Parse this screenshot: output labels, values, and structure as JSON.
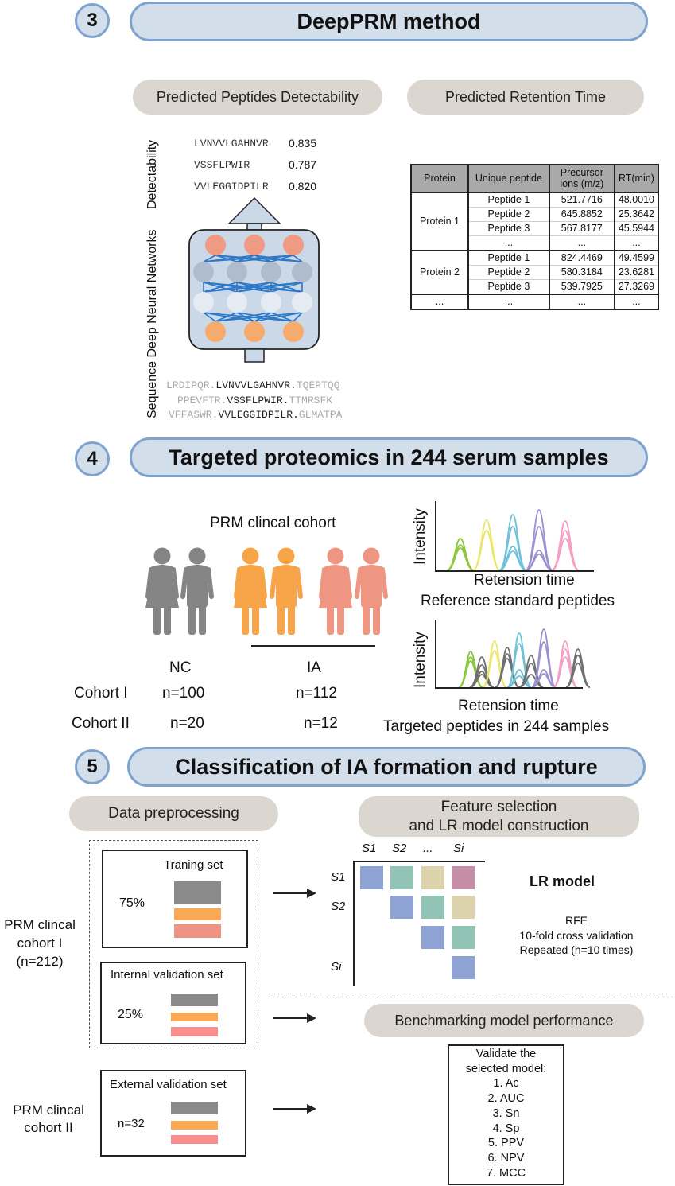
{
  "sections": {
    "s3": {
      "number": "3",
      "title": "DeepPRM method"
    },
    "s4": {
      "number": "4",
      "title": "Targeted proteomics in 244 serum samples"
    },
    "s5": {
      "number": "5",
      "title": "Classification of IA formation and rupture"
    }
  },
  "deepprm": {
    "pill_detect": "Predicted Peptides Detectability",
    "pill_rt": "Predicted Retention Time",
    "axis_label_top": "Detectability",
    "axis_label_bottom": "Sequence Deep Neural Networks",
    "predictions": [
      {
        "peptide": "LVNVVLGAHNVR",
        "score": "0.835"
      },
      {
        "peptide": "VSSFLPWIR",
        "score": "0.787"
      },
      {
        "peptide": "VVLEGGIDPILR",
        "score": "0.820"
      }
    ],
    "input_sequences": [
      {
        "pre": "LRDIPQR.",
        "core": "LVNVVLGAHNVR.",
        "post": "TQEPTQQ"
      },
      {
        "pre": "PPEVFTR.",
        "core": "VSSFLPWIR.",
        "post": "TTMRSFK"
      },
      {
        "pre": "VFFASWR.",
        "core": "VVLEGGIDPILR.",
        "post": "GLMATPA"
      }
    ],
    "node_colors": {
      "output": "#ef9a83",
      "hidden1": "#aebccd",
      "hidden2": "#e6ebf1",
      "input": "#f6ab6c",
      "links": "#2b78c8",
      "body": "#cbd8e8"
    },
    "table": {
      "headers": [
        "Protein",
        "Unique peptide",
        "Precursor ions (m/z)",
        "RT(min)"
      ],
      "groups": [
        {
          "protein": "Protein 1",
          "rows": [
            [
              "Peptide 1",
              "521.7716",
              "48.0010"
            ],
            [
              "Peptide 2",
              "645.8852",
              "25.3642"
            ],
            [
              "Peptide 3",
              "567.8177",
              "45.5944"
            ],
            [
              "...",
              "...",
              "..."
            ]
          ]
        },
        {
          "protein": "Protein 2",
          "rows": [
            [
              "Peptide 1",
              "824.4469",
              "49.4599"
            ],
            [
              "Peptide 2",
              "580.3184",
              "23.6281"
            ],
            [
              "Peptide 3",
              "539.7925",
              "27.3269"
            ]
          ]
        },
        {
          "protein": "...",
          "rows": [
            [
              "...",
              "...",
              "..."
            ]
          ]
        }
      ]
    }
  },
  "cohort": {
    "title": "PRM clincal cohort",
    "groups": [
      {
        "label": "NC",
        "color": "#858585"
      },
      {
        "label": "IA",
        "colors": [
          "#f8a54a",
          "#ef9682"
        ]
      }
    ],
    "rows": [
      {
        "label": "Cohort I",
        "nc": "n=100",
        "ia": "n=112"
      },
      {
        "label": "Cohort II",
        "nc": "n=20",
        "ia": "n=12"
      }
    ],
    "chrom1": {
      "ylabel": "Intensity",
      "xlabel": "Retension time",
      "caption": "Reference standard peptides"
    },
    "chrom2": {
      "ylabel": "Intensity",
      "xlabel": "Retension time",
      "caption": "Targeted peptides in 244 samples"
    },
    "peak_colors": [
      "#8cc63f",
      "#ede56a",
      "#6fc1d9",
      "#9a8fcf",
      "#f3a0c3"
    ],
    "noise_color": "#707070"
  },
  "classification": {
    "pill_pre": "Data preprocessing",
    "pill_fs": "Feature selection and LR model construction",
    "pill_fs_lines": [
      "Feature selection",
      "and LR model construction"
    ],
    "pill_bench": "Benchmarking model performance",
    "cohort1_label": [
      "PRM clincal",
      "cohort I",
      "(n=212)"
    ],
    "cohort2_label": [
      "PRM clincal",
      "cohort II"
    ],
    "training": {
      "title": "Traning set",
      "pct": "75%"
    },
    "internal": {
      "title": "Internal validation set",
      "pct": "25%"
    },
    "external": {
      "title": "External validation set",
      "n": "n=32"
    },
    "bar_colors": [
      "#8a8a8a",
      "#fba854",
      "#ef9484"
    ],
    "matrix": {
      "col_labels": [
        "S1",
        "S2",
        "...",
        "Si"
      ],
      "row_labels": [
        "S1",
        "S2",
        "",
        "Si"
      ],
      "colors": {
        "blue": "#8ea3d3",
        "teal": "#92c4b5",
        "beige": "#dcd3ad",
        "pink": "#c58ea6"
      }
    },
    "lr_model": "LR model",
    "lr_details": [
      "RFE",
      "10-fold cross validation",
      "Repeated (n=10 times)"
    ],
    "validate_box": [
      "Validate the",
      "selected model:",
      "1. Ac",
      "2. AUC",
      "3. Sn",
      "4. Sp",
      "5. PPV",
      "6. NPV",
      "7. MCC"
    ]
  }
}
